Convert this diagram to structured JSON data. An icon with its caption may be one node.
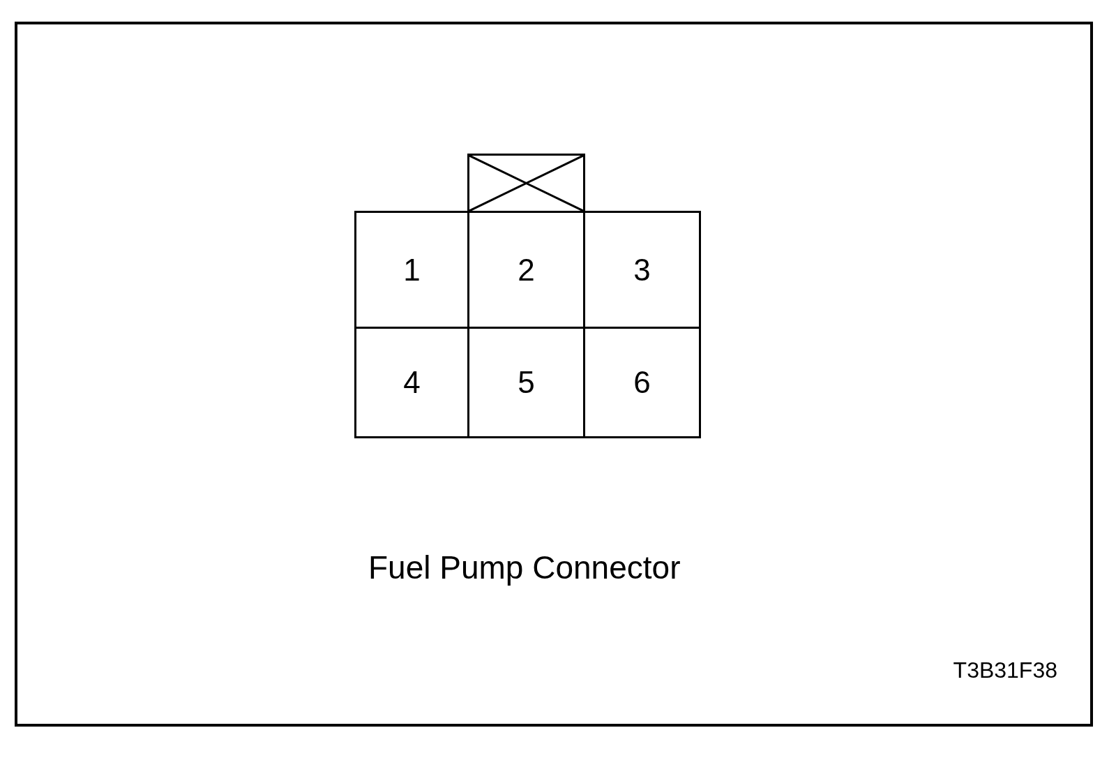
{
  "diagram": {
    "caption": "Fuel Pump Connector",
    "nodes": [
      {
        "text": [],
        "shape": "box"
      },
      {
        "text": [
          "1"
        ]
      },
      {
        "text": [
          "2"
        ]
      },
      {
        "text": [
          "3"
        ]
      },
      {
        "text": [
          "4"
        ]
      },
      {
        "text": [
          "5"
        ]
      },
      {
        "text": [
          "6"
        ]
      }
    ],
    "edges": [],
    "labels": [
      "T3B31F38"
    ]
  }
}
